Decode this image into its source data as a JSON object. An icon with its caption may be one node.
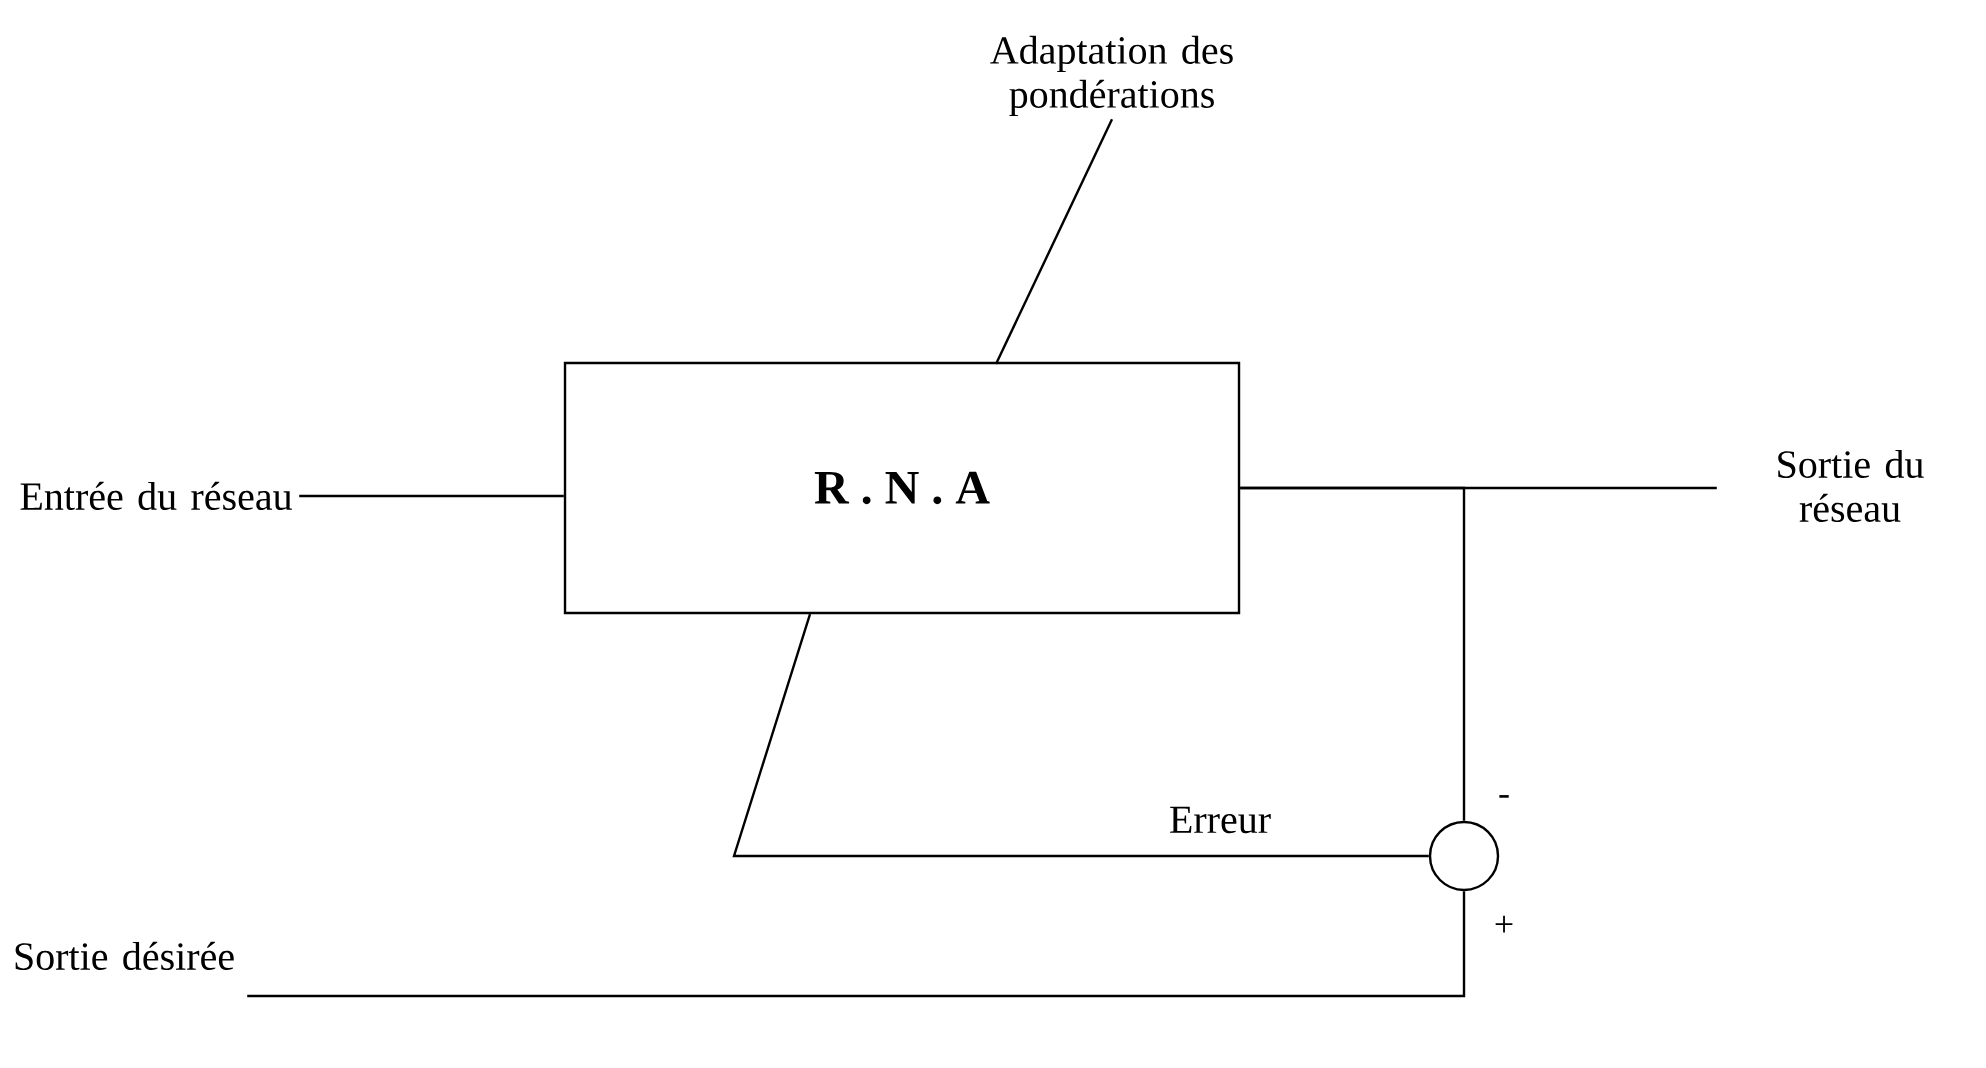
{
  "diagram": {
    "nodes": [
      {
        "text": [
          "Entrée du réseau"
        ]
      },
      {
        "text": [
          "R . N . A"
        ]
      },
      {
        "text": [
          "Sortie du réseau"
        ]
      },
      {
        "text": [],
        "shape": "circle"
      },
      {
        "text": [
          "Sortie désirée"
        ]
      },
      {
        "text": [
          "Adaptation des pondérations"
        ]
      }
    ],
    "edges": [
      {
        "from": 0,
        "to": 1,
        "arrow": "none"
      },
      {
        "from": 1,
        "to": 2,
        "arrow": "none"
      },
      {
        "from": 1,
        "to": 3,
        "arrow": "none"
      },
      {
        "from": 4,
        "to": 3,
        "arrow": "none"
      },
      {
        "from": 3,
        "to": 1,
        "arrow": "none",
        "label": "Erreur"
      },
      {
        "from": 1,
        "to": 5,
        "arrow": "none"
      }
    ],
    "labels": [
      "-",
      "+"
    ]
  }
}
